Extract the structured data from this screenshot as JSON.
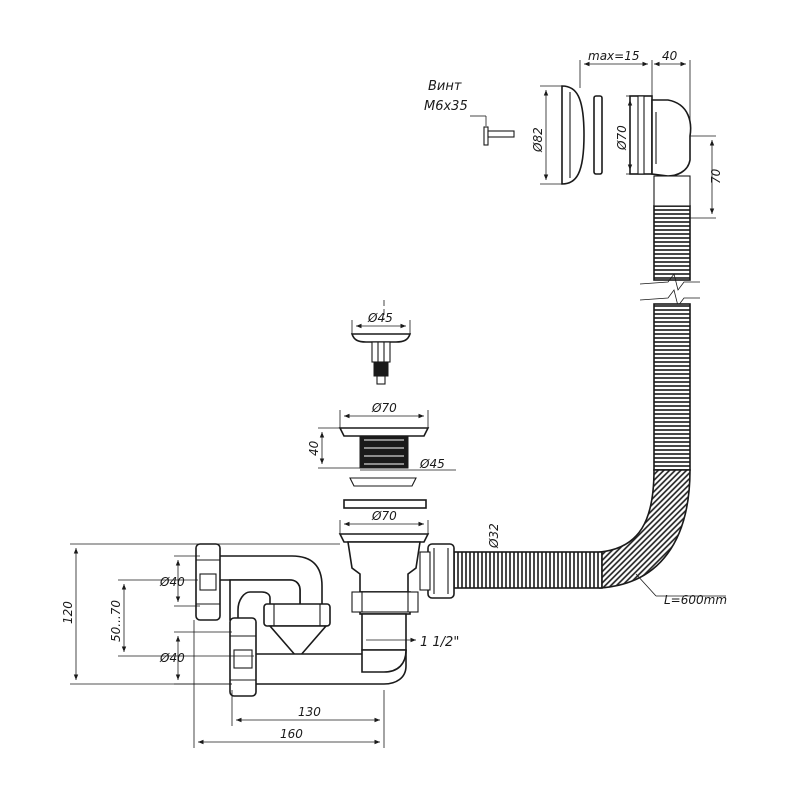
{
  "labels": {
    "screw_line1": "Винт",
    "screw_line2": "M6x35",
    "max15": "max=15",
    "dim40_top": "40",
    "d82": "Ø82",
    "d70_overflow": "Ø70",
    "dim70_right": "70",
    "d45_plug": "Ø45",
    "d70_drain": "Ø70",
    "dim40_drain": "40",
    "d45_drain": "Ø45",
    "d70_lower": "Ø70",
    "d32": "Ø32",
    "hose_length": "L=600mm",
    "d40_upper": "Ø40",
    "d40_lower": "Ø40",
    "range50_70": "50...70",
    "dim120": "120",
    "thread": "1 1/2\"",
    "dim130": "130",
    "dim160": "160"
  }
}
